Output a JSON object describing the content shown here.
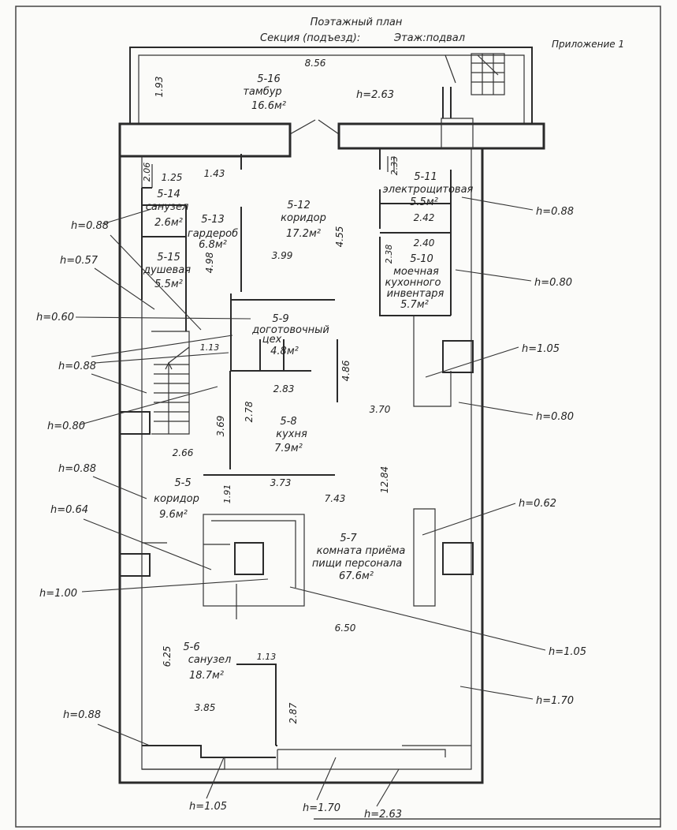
{
  "header": {
    "title": "Поэтажный план",
    "section_label": "Секция (подъезд):",
    "floor_label": "Этаж:подвал",
    "appendix": "Приложение 1"
  },
  "rooms": [
    {
      "id": "5-16",
      "name": "тамбур",
      "area": "16.6м²"
    },
    {
      "id": "5-14",
      "name": "санузел",
      "area": "2.6м²"
    },
    {
      "id": "5-13",
      "name": "гардероб",
      "area": "6.8м²"
    },
    {
      "id": "5-15",
      "name": "душевая",
      "area": "5.5м²"
    },
    {
      "id": "5-12",
      "name": "коридор",
      "area": "17.2м²"
    },
    {
      "id": "5-11",
      "name": "электрощитовая",
      "area": "5.5м²"
    },
    {
      "id": "5-10",
      "name": [
        "моечная",
        "кухонного",
        "инвентаря"
      ],
      "area": "5.7м²"
    },
    {
      "id": "5-9",
      "name": [
        "доготовочный",
        "цех"
      ],
      "area": "4.8м²"
    },
    {
      "id": "5-8",
      "name": "кухня",
      "area": "7.9м²"
    },
    {
      "id": "5-5",
      "name": "коридор",
      "area": "9.6м²"
    },
    {
      "id": "5-7",
      "name": [
        "комната приёма",
        "пищи персонала"
      ],
      "area": "67.6м²"
    },
    {
      "id": "5-6",
      "name": "санузел",
      "area": "18.7м²"
    }
  ],
  "dimensions": [
    "8.56",
    "1.93",
    "2.06",
    "1.25",
    "1.43",
    "2.33",
    "2.42",
    "2.40",
    "2.38",
    "4.55",
    "3.99",
    "4.98",
    "1.13",
    "4.86",
    "2.83",
    "2.78",
    "3.69",
    "3.70",
    "2.66",
    "3.73",
    "1.91",
    "7.43",
    "12.84",
    "6.50",
    "6.25",
    "1.13",
    "3.85",
    "2.87"
  ],
  "heights": [
    "h=2.63",
    "h=0.88",
    "h=0.57",
    "h=0.60",
    "h=0.88",
    "h=0.80",
    "h=0.88",
    "h=0.64",
    "h=1.00",
    "h=0.88",
    "h=0.88",
    "h=0.80",
    "h=1.05",
    "h=0.80",
    "h=0.62",
    "h=1.05",
    "h=1.70",
    "h=1.05",
    "h=1.70",
    "h=2.63"
  ]
}
